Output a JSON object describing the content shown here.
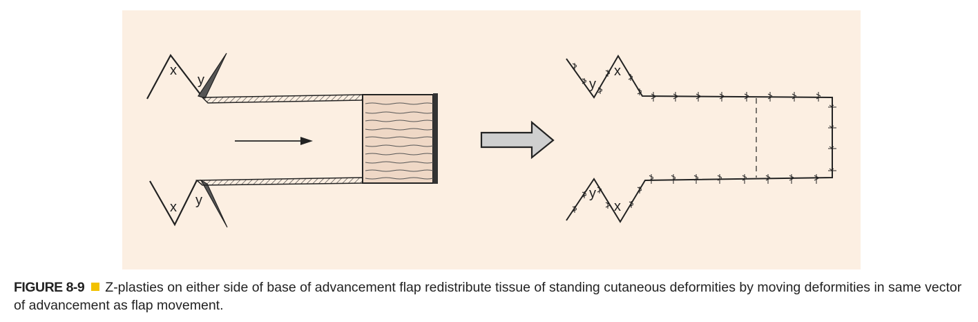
{
  "figure": {
    "number_label": "FIGURE 8-9",
    "caption_text": "Z-plasties on either side of base of advancement flap redistribute tissue of standing cutaneous deformities by moving deformities in same vector of advancement as flap movement.",
    "accent_color": "#f2c100",
    "panel_color": "#fcefe2"
  },
  "left_diagram": {
    "top_z_labels": [
      "x",
      "y"
    ],
    "bottom_z_labels": [
      "x",
      "y"
    ]
  },
  "right_diagram": {
    "top_z_labels": [
      "y",
      "x"
    ],
    "bottom_z_labels": [
      "y",
      "x"
    ]
  }
}
